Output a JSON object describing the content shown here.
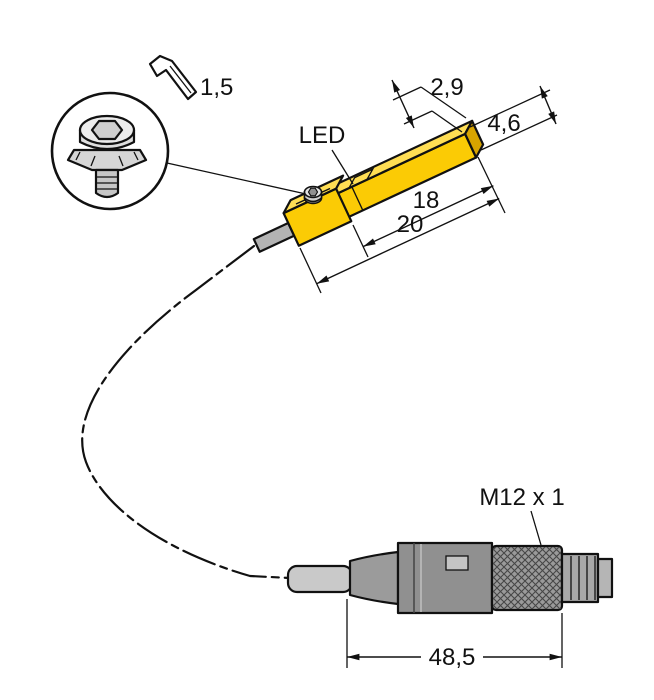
{
  "drawing": {
    "detail": {
      "hex_key_size": "1,5"
    },
    "sensor": {
      "led_label": "LED",
      "dim_width": "2,9",
      "dim_height": "4,6",
      "dim_body_length": "18",
      "dim_total_length": "20"
    },
    "connector": {
      "thread_label": "M12 x 1",
      "dim_length": "48,5"
    },
    "colors": {
      "body_yellow": "#FBCB05",
      "body_yellow_top": "#FFDE54",
      "body_yellow_end": "#D8A400",
      "cable_gray": "#B3B3B3",
      "connector_gray": "#9B9B9B",
      "line": "#111111",
      "background": "#FFFFFF"
    }
  }
}
